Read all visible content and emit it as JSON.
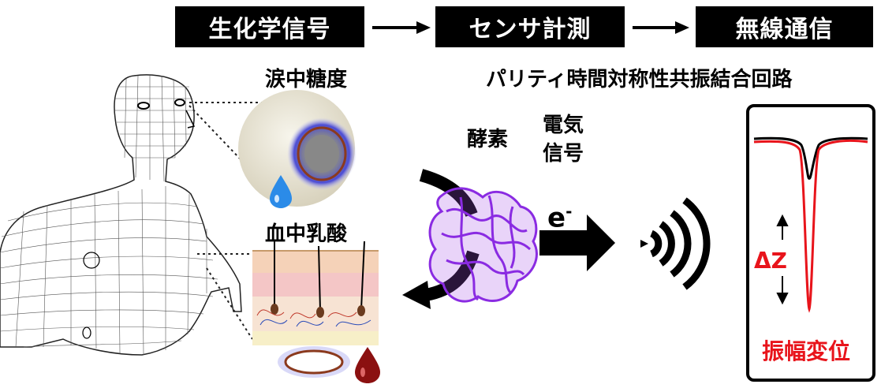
{
  "header": {
    "steps": [
      "生化学信号",
      "センサ計測",
      "無線通信"
    ]
  },
  "labels": {
    "tear_glucose": "涙中糖度",
    "blood_lactate": "血中乳酸",
    "enzyme": "酵素",
    "electric_signal_line1": "電気",
    "electric_signal_line2": "信号",
    "electron": "e",
    "electron_sup": "-",
    "circuit": "パリティ時間対称性共振結合回路",
    "delta_z": "ΔZ",
    "amplitude_shift": "振幅変位"
  },
  "colors": {
    "header_bg": "#000000",
    "accent_red": "#e8141b",
    "enzyme_purple": "#8a2be2",
    "lens_glow": "#5b5bd6",
    "coil_brown": "#8b3a1e",
    "tear_blue": "#2b8be8",
    "blood_red": "#8b1010"
  },
  "icons": [
    "human-wireframe-icon",
    "contact-lens-icon",
    "tear-drop-icon",
    "skin-patch-icon",
    "blood-drop-icon",
    "enzyme-icon",
    "wireless-signal-icon",
    "resonance-curve-icon"
  ]
}
